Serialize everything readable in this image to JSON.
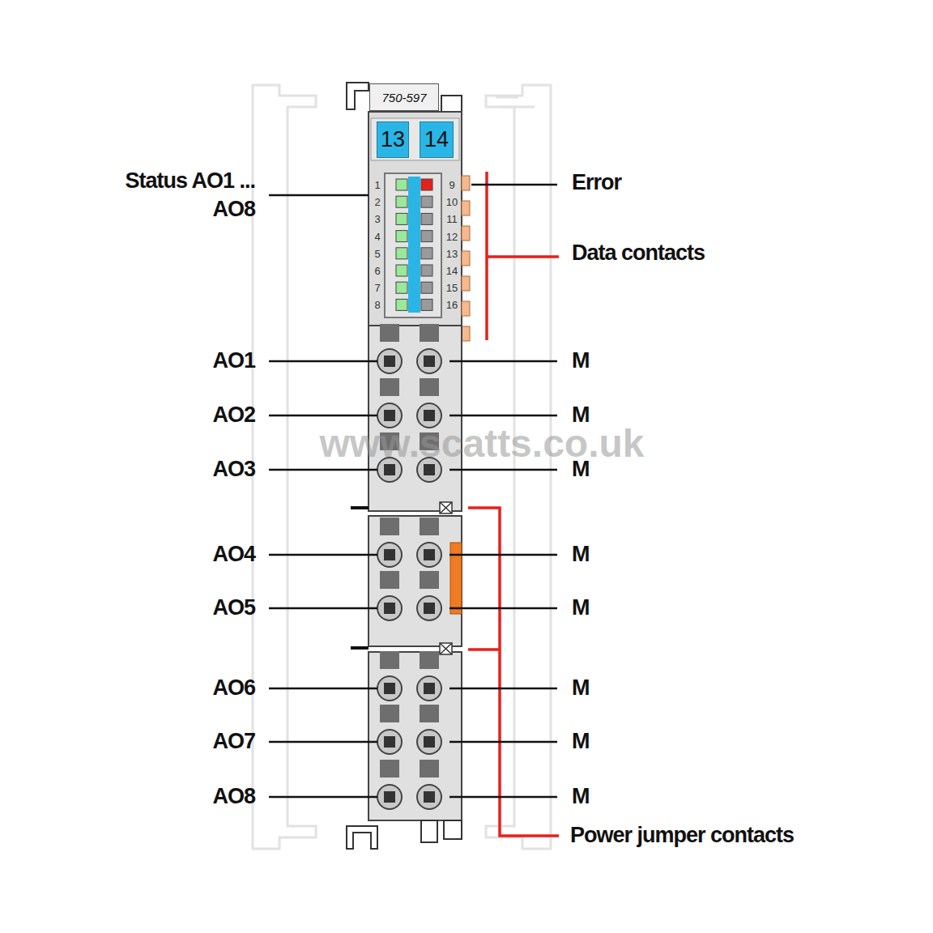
{
  "diagram": {
    "nodes": [
      {
        "text": [
          "750-597"
        ]
      },
      {
        "text": [
          "13"
        ]
      },
      {
        "text": [
          "14"
        ]
      }
    ],
    "labels": [
      "Status AO1 ... AO8",
      "1",
      "2",
      "3",
      "4",
      "5",
      "6",
      "7",
      "8",
      "9",
      "10",
      "11",
      "12",
      "13",
      "14",
      "15",
      "16",
      "Error",
      "Data contacts",
      "AO1",
      "M",
      "AO2",
      "M",
      "AO3",
      "M",
      "AO4",
      "M",
      "AO5",
      "M",
      "AO6",
      "M",
      "AO7",
      "M",
      "AO8",
      "M",
      "Power jumper contacts",
      "www.scatts.co.uk"
    ]
  }
}
